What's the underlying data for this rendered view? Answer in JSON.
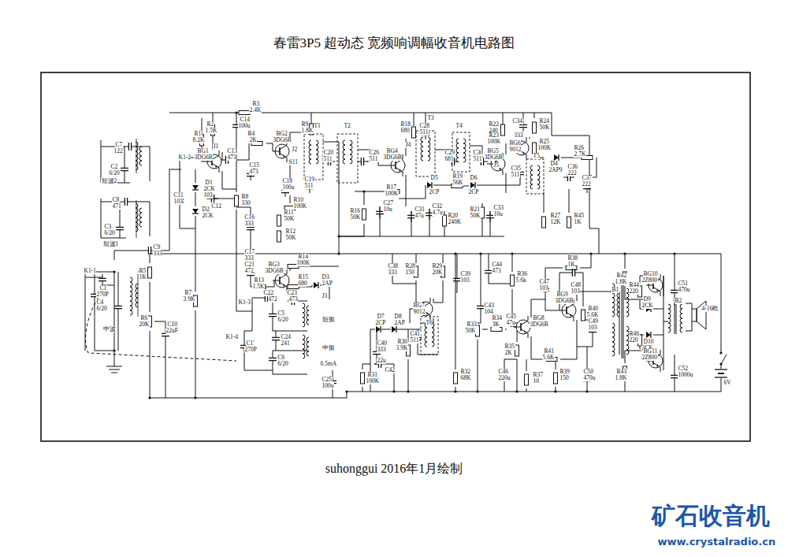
{
  "diagram": {
    "title": "春雷3P5 超动态 宽频响调幅收音机电路图",
    "caption": "suhonggui 2016年1月绘制",
    "labels": [
      "R3",
      "2.4K",
      "C14",
      "100u",
      "R2",
      "1.5K",
      "R1",
      "8.2K",
      "BG1",
      "3DG6B",
      "J1",
      "C13",
      "473",
      "C7",
      "122",
      "C2",
      "6/20",
      "短波2",
      "K1-2",
      "R4",
      "2K",
      "C15",
      "473",
      "BG2",
      "3DG6B",
      "J2",
      "R9",
      "1.8K",
      "T1",
      "S11",
      "C20",
      "511",
      "C18",
      "100u",
      "C19",
      "511",
      "C11",
      "103",
      "D1",
      "2CK",
      "103",
      "C12",
      "D2",
      "2CK",
      "C8",
      "471",
      "C3",
      "6/20",
      "C9",
      "333",
      "短波1",
      "R8",
      "330",
      "R10",
      "100K",
      "C16",
      "333",
      "R11",
      "50K",
      "T2",
      "C26",
      "511",
      "R18",
      "680",
      "J4",
      "BG4",
      "3DG6B",
      "C28",
      "511",
      "T3",
      "T4",
      "C29",
      "681",
      "C30",
      "511",
      "R22",
      "240",
      "R23",
      "100K",
      "C34",
      "333",
      "R24",
      "50K",
      "BG6",
      "9012",
      "R25",
      "100K",
      "BG5",
      "3DG6B",
      "J5",
      "T5",
      "C35",
      "511",
      "D4",
      "2AP9",
      "R26",
      "2.7K",
      "C36",
      "222",
      "C37",
      "222",
      "R27",
      "12K",
      "R45",
      "1K",
      "D5",
      "2CP",
      "R19",
      "56K",
      "D6",
      "2CP",
      "R17",
      "100K",
      "R16",
      "50K",
      "C27",
      "10u",
      "C31",
      "47u",
      "C32",
      "4.7u",
      "R20",
      "240K",
      "R21",
      "50K",
      "C33",
      "10u",
      "R12",
      "50K",
      "C17",
      "333",
      "R14",
      "100K",
      "BG3",
      "3DG6B",
      "C21",
      "472",
      "R13",
      "1.5K",
      "R15",
      "680",
      "D3",
      "2AP",
      "J3",
      "C22",
      "472",
      "C23",
      "473",
      "K1-3",
      "C5",
      "6/20",
      "短振",
      "C24",
      "241",
      "C6",
      "6/20",
      "中振",
      "0.5mA",
      "C25",
      "100u",
      "K1-4",
      "C1'",
      "270P",
      "K1-1",
      "C1",
      "270P",
      "R5",
      "1K",
      "C4",
      "6/20",
      "中波",
      "R6",
      "20K",
      "C10",
      "22uF",
      "R7",
      "3.9K",
      "C38",
      "333",
      "R28",
      "150",
      "R29",
      "20K",
      "C39",
      "103",
      "BG7",
      "9012",
      "D7",
      "2CP",
      "D8",
      "2AP",
      "T6",
      "C40",
      "333",
      "R30",
      "3.9K",
      "C41",
      "511",
      "22u",
      "C42",
      "R31",
      "100K",
      "R32",
      "68K",
      "C44",
      "473",
      "R36",
      "5.6k",
      "C43",
      "104",
      "R33",
      "50K",
      "R34",
      "3K",
      "C45",
      "47u",
      "BG8",
      "3DG6B",
      "R35",
      "2K",
      "C46",
      "220u",
      "R37",
      "10",
      "R38",
      "1K",
      "C47",
      "103",
      "C48",
      "103",
      "BG9",
      "3DG6B",
      "R40",
      "5.6K",
      "C49",
      "103",
      "R41",
      "5.6K",
      "R39",
      "150",
      "C50",
      "470u",
      "R42",
      "1.8K",
      "B1",
      "R44",
      "220",
      "BG10",
      "2Z800",
      "D9",
      "2CK",
      "C51",
      "470u",
      "B2",
      "4-16欧",
      "D10",
      "2CK",
      "R46",
      "220",
      "BG11",
      "2Z800",
      "R43",
      "1.8K",
      "C52",
      "1000u",
      "6V",
      "矿石收音机",
      "www.crystalradio.cn"
    ]
  }
}
